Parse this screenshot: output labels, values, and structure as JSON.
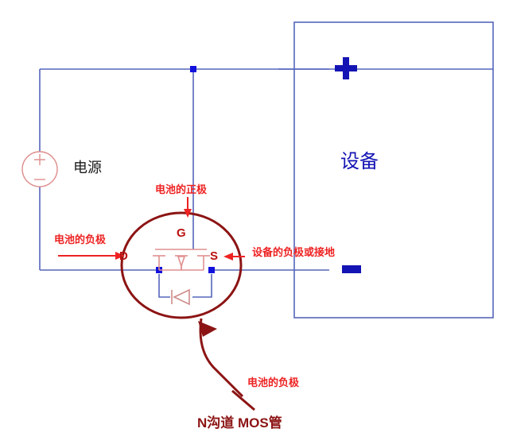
{
  "diagram": {
    "title_bottom": "N沟道 MOS管",
    "colors": {
      "wire_blue": "#5566bb",
      "node_blue": "#1111dd",
      "device_label_blue": "#1414b4",
      "annotation_red": "#ee2222",
      "mosfet_outline_darkred": "#8c1414",
      "symbol_pink": "#e08f8f",
      "text_black": "#1a1a1a"
    }
  },
  "source": {
    "label": "电源",
    "plus_symbol": "+",
    "minus_symbol": "−"
  },
  "device": {
    "label": "设备",
    "plus_symbol": "+",
    "minus_symbol": "▬"
  },
  "mosfet": {
    "gate_label": "G",
    "drain_label": "D",
    "source_label": "S"
  },
  "annotations": {
    "battery_positive": "电池的正极",
    "battery_negative_left": "电池的负极",
    "device_negative_or_ground": "设备的负极或接地",
    "battery_negative_bottom": "电池的负极"
  }
}
